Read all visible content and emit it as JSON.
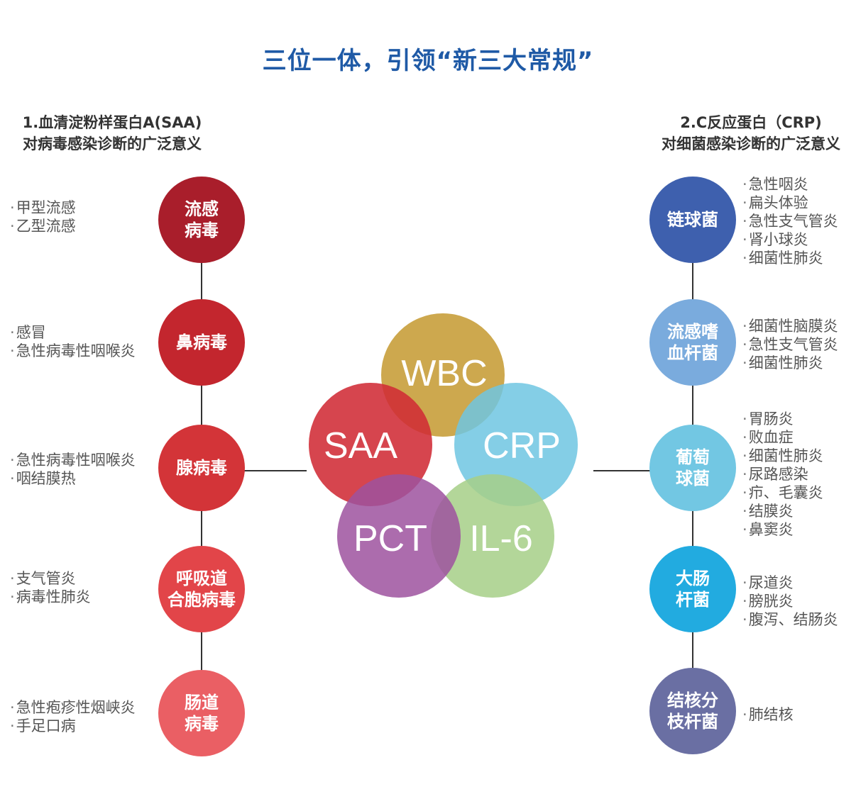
{
  "title": "三位一体，引领“新三大常规”",
  "left": {
    "heading_line1": "1.血清淀粉样蛋白A(SAA)",
    "heading_line2": "对病毒感染诊断的广泛意义",
    "nodes": [
      {
        "label": "流感\n病毒",
        "color": "#a91e2b",
        "items": [
          "甲型流感",
          "乙型流感"
        ]
      },
      {
        "label": "鼻病毒",
        "color": "#c3262e",
        "items": [
          "感冒",
          "急性病毒性咽喉炎"
        ]
      },
      {
        "label": "腺病毒",
        "color": "#d33438",
        "items": [
          "急性病毒性咽喉炎",
          "咽结膜热"
        ]
      },
      {
        "label": "呼吸道\n合胞病毒",
        "color": "#e24549",
        "items": [
          "支气管炎",
          "病毒性肺炎"
        ]
      },
      {
        "label": "肠道\n病毒",
        "color": "#ea5f64",
        "items": [
          "急性疱疹性烟峡炎",
          "手足口病"
        ]
      }
    ]
  },
  "right": {
    "heading_line1": "2.C反应蛋白（CRP)",
    "heading_line2": "对细菌感染诊断的广泛意义",
    "nodes": [
      {
        "label": "链球菌",
        "color": "#3e60ae",
        "items": [
          "急性咽炎",
          "扁头体验",
          "急性支气管炎",
          "肾小球炎",
          "细菌性肺炎"
        ]
      },
      {
        "label": "流感嗜\n血杆菌",
        "color": "#7aabdd",
        "items": [
          "细菌性脑膜炎",
          "急性支气管炎",
          "细菌性肺炎"
        ]
      },
      {
        "label": "葡萄\n球菌",
        "color": "#72c7e3",
        "items": [
          "胃肠炎",
          "败血症",
          "细菌性肺炎",
          "尿路感染",
          "疖、毛囊炎",
          "结膜炎",
          "鼻窦炎"
        ]
      },
      {
        "label": "大肠\n杆菌",
        "color": "#22abe0",
        "items": [
          "尿道炎",
          "膀胱炎",
          "腹泻、结肠炎"
        ]
      },
      {
        "label": "结核分\n枝杆菌",
        "color": "#6a6fa3",
        "items": [
          "肺结核"
        ]
      }
    ]
  },
  "venn": [
    {
      "label": "WBC",
      "color": "#c9a13f"
    },
    {
      "label": "SAA",
      "color": "#d02b35"
    },
    {
      "label": "CRP",
      "color": "#6fc6e2"
    },
    {
      "label": "PCT",
      "color": "#9e529f"
    },
    {
      "label": "IL-6",
      "color": "#a6cf87"
    }
  ]
}
